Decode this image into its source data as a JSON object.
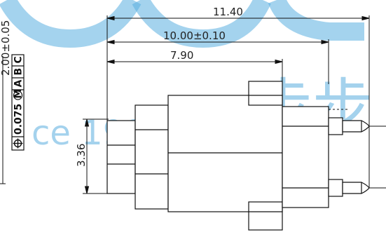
{
  "dimensions": {
    "overall_width": "11.40",
    "body_width": "10.00±0.10",
    "inner_width": "7.90",
    "height_offset": "3.36",
    "left_partial": "2.00±0.05"
  },
  "feature_control_frame": {
    "symbol": "position-icon",
    "tolerance": "0.075",
    "modifier": "M",
    "datums": [
      "A",
      "B",
      "C"
    ]
  },
  "watermark": {
    "text_large": "ce 1987",
    "chars_cn": "步步",
    "color": "#5aaee0"
  },
  "colors": {
    "line": "#111111",
    "watermark": "#5aaee0"
  }
}
